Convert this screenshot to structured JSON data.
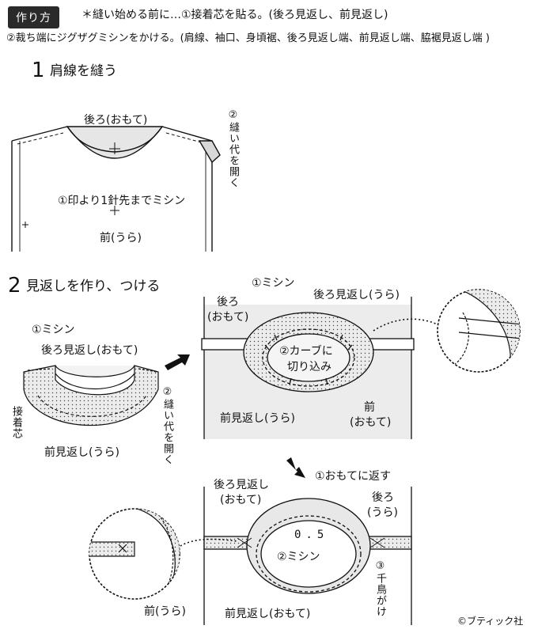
{
  "header": {
    "badge": "作り方",
    "note_line1": "＊縫い始める前に…①接着芯を貼る。(後ろ見返し、前見返し)",
    "note_line2": "②裁ち端にジグザグミシンをかける。(肩線、袖口、身頃裾、後ろ見返し端、前見返し端、脇裾見返し端 )"
  },
  "step1": {
    "number": "1",
    "title": "肩線を縫う",
    "back_label": "後ろ(おもて)",
    "open_allowance": "②縫い代を開く",
    "stitch_note": "①印より1針先までミシン",
    "front_label": "前(うら)"
  },
  "step2": {
    "number": "2",
    "title": "見返しを作り、つける",
    "left": {
      "sew": "①ミシン",
      "back_facing": "後ろ見返し(おもて)",
      "interfacing": "接着芯",
      "front_facing": "前見返し(うら)",
      "open_allowance": "②縫い代を開く"
    },
    "right": {
      "sew": "①ミシン",
      "back": "後ろ",
      "back_side": "(おもて)",
      "back_facing": "後ろ見返し(うら)",
      "clip_line1": "②カーブに",
      "clip_line2": "切り込み",
      "front_facing": "前見返し(うら)",
      "front": "前",
      "front_side": "(おもて)"
    },
    "bottom": {
      "back_facing": "後ろ見返し",
      "back_facing_side": "(おもて)",
      "turn": "①おもてに返す",
      "back": "後ろ",
      "back_side": "(うら)",
      "measure": "0.5",
      "sew": "②ミシン",
      "blind_stitch": "③千鳥がけ",
      "front": "前(うら)",
      "front_facing": "前見返し(おもて)"
    }
  },
  "credit": "©ブティック社"
}
